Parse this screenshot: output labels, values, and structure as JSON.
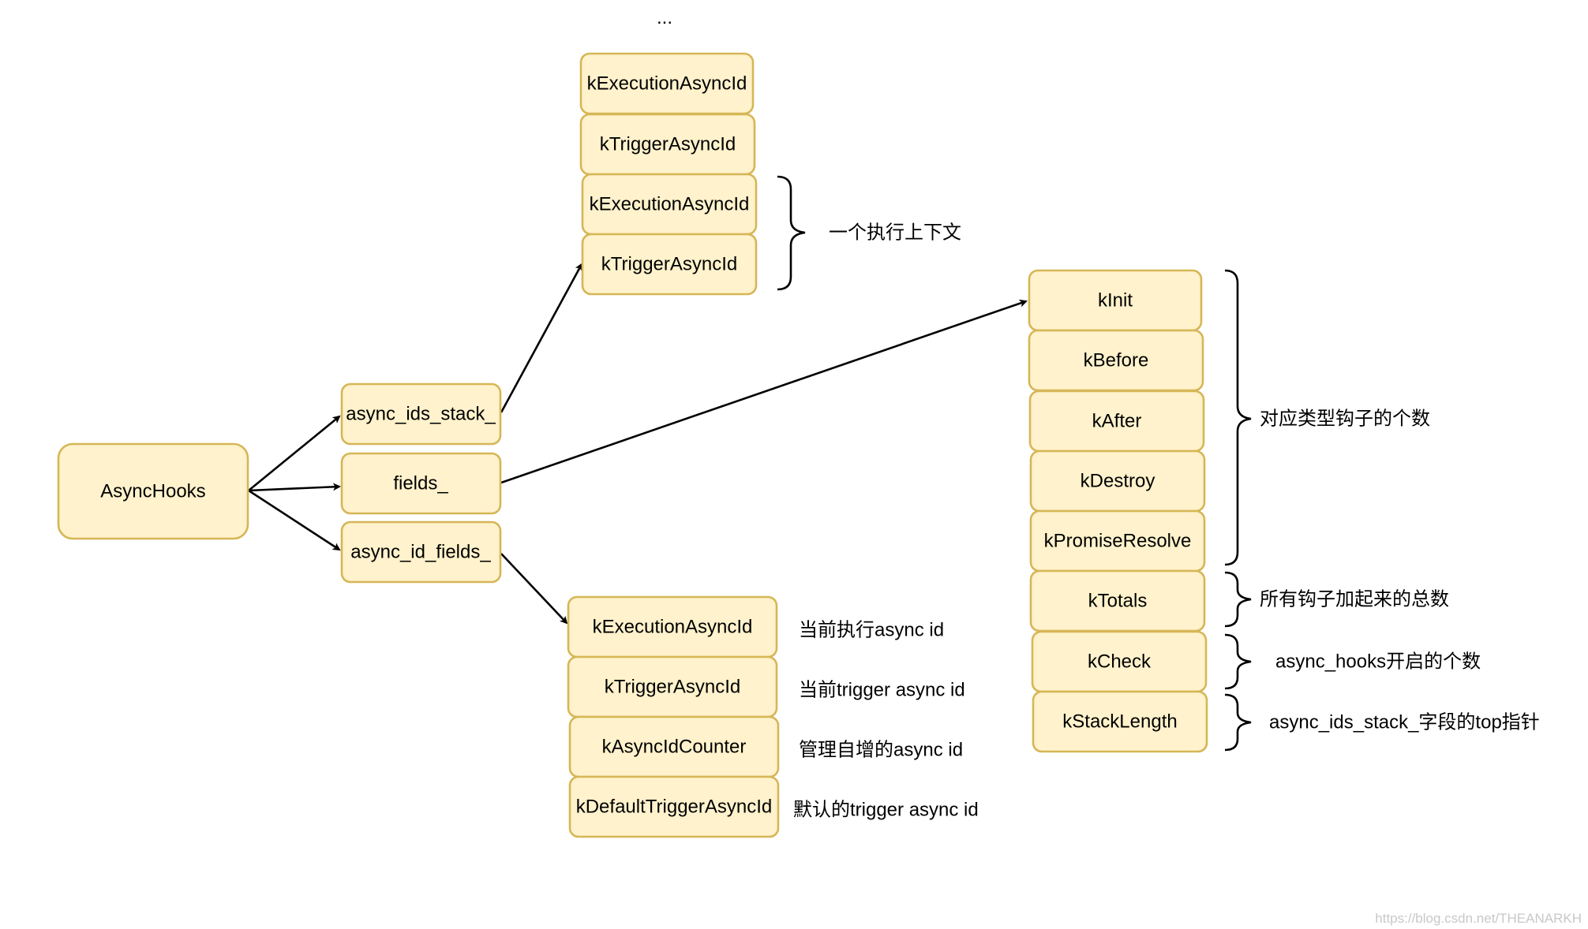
{
  "nodes": {
    "async_hooks": "AsyncHooks",
    "async_ids_stack": "async_ids_stack_",
    "fields": "fields_",
    "async_id_fields": "async_id_fields_",
    "stack": [
      "kExecutionAsyncId",
      "kTriggerAsyncId",
      "kExecutionAsyncId",
      "kTriggerAsyncId"
    ],
    "fields_list": [
      "kInit",
      "kBefore",
      "kAfter",
      "kDestroy",
      "kPromiseResolve",
      "kTotals",
      "kCheck",
      "kStackLength"
    ],
    "id_fields_list": [
      "kExecutionAsyncId",
      "kTriggerAsyncId",
      "kAsyncIdCounter",
      "kDefaultTriggerAsyncId"
    ]
  },
  "ellipsis": "...",
  "annotations": {
    "stack_context": "一个执行上下文",
    "hook_counts": "对应类型钩子的个数",
    "totals": "所有钩子加起来的总数",
    "check": "async_hooks开启的个数",
    "stack_length": "async_ids_stack_字段的top指针",
    "current_exec": "当前执行async id",
    "current_trigger": "当前trigger async id",
    "counter": "管理自增的async id",
    "default_trigger": "默认的trigger async id"
  },
  "watermark": "https://blog.csdn.net/THEANARKH",
  "colors": {
    "node_fill": "#fff2cc",
    "node_stroke": "#d6b656",
    "edge": "#000000"
  }
}
